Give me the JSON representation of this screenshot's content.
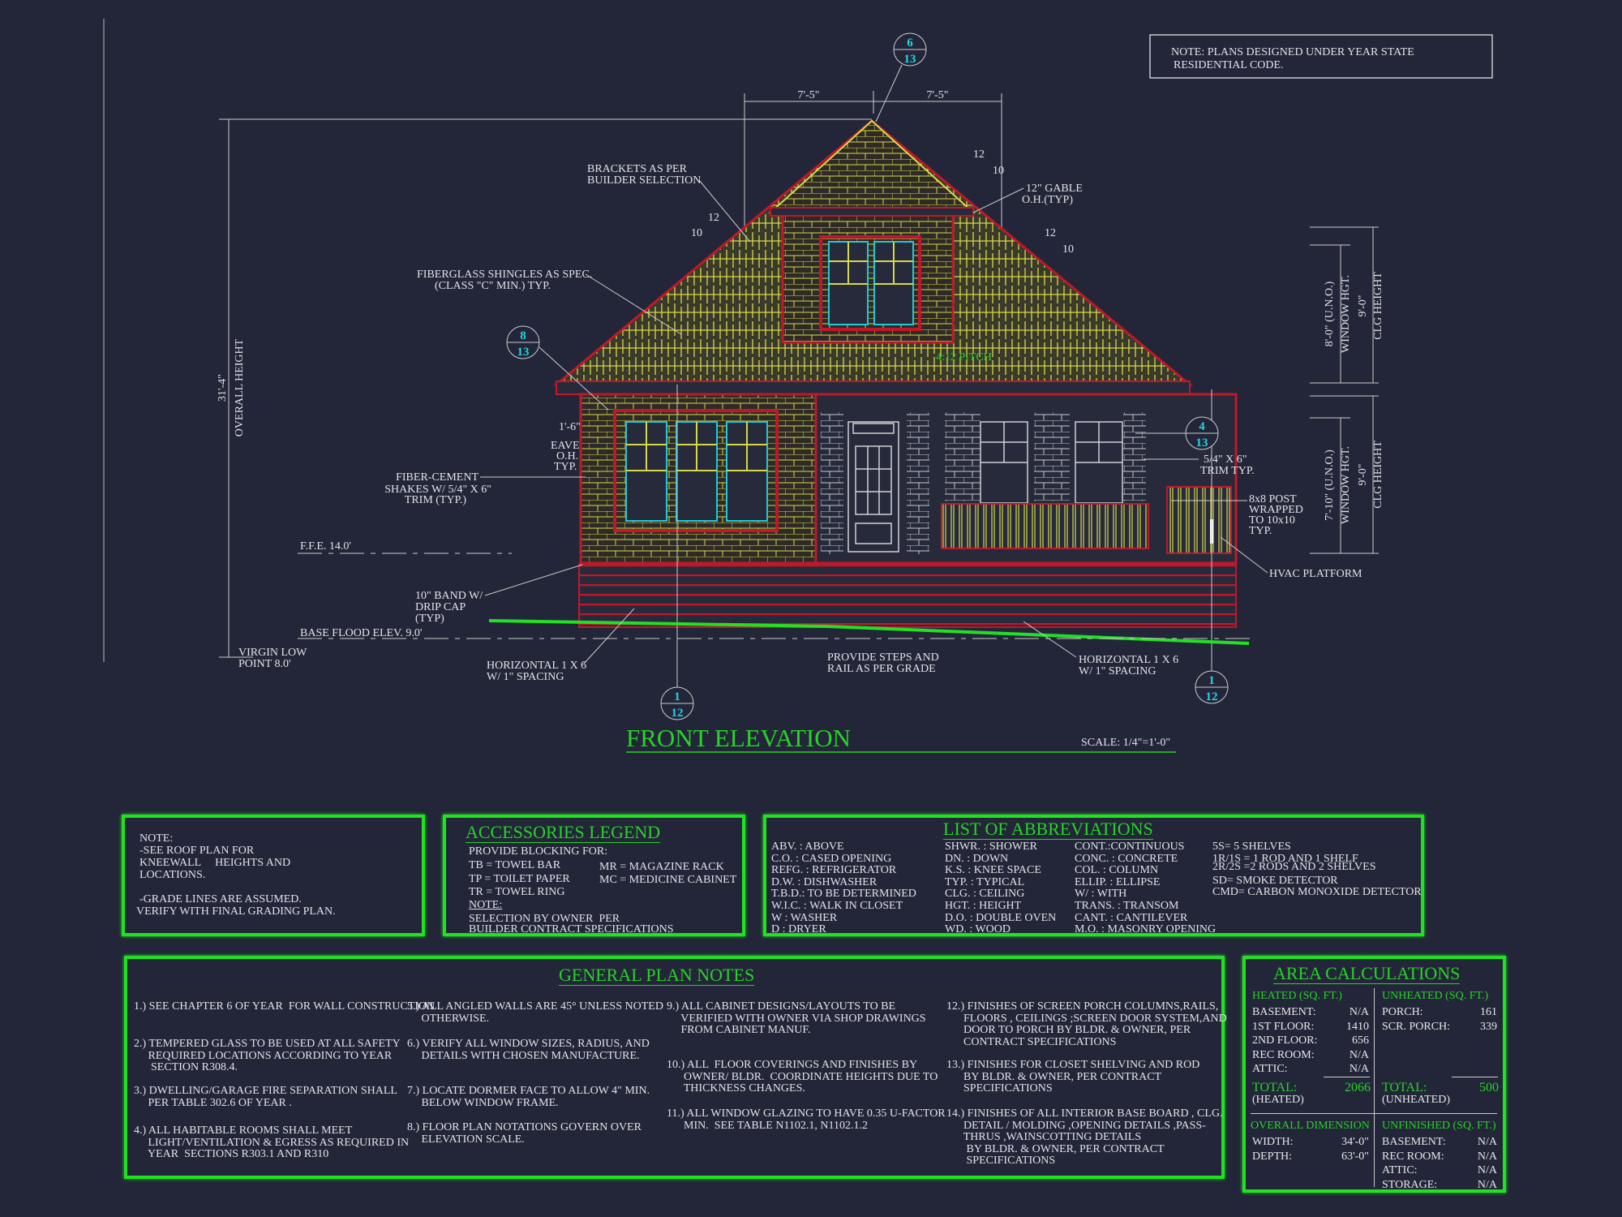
{
  "colors": {
    "background": "#222638",
    "panel_border": "#22e022",
    "title_green": "#27d327",
    "bubble_text": "#20d6e6",
    "trim_red": "#c0182a",
    "shingle_yellow": "#d8d84a",
    "glass_cyan": "#20c8d8",
    "grade_green": "#22e022"
  },
  "top_note": [
    "NOTE: PLANS DESIGNED UNDER YEAR STATE",
    "RESIDENTIAL CODE."
  ],
  "drawing": {
    "title": "FRONT ELEVATION",
    "scale": "SCALE: 1/4\"=1'-0\"",
    "overall_height_value": "31'-4\"",
    "overall_height_label": "OVERALL HEIGHT",
    "ridge_dims": [
      "7'-5\"",
      "7'-5\""
    ],
    "pitch": "4:12 PITCH",
    "slope": {
      "run": "12",
      "rise": "10"
    },
    "labels": {
      "brackets": [
        "BRACKETS AS PER",
        "BUILDER SELECTION"
      ],
      "gable": [
        "12\" GABLE",
        "O.H.(TYP)"
      ],
      "shingles": [
        "FIBERGLASS SHINGLES AS SPEC.",
        "(CLASS \"C\" MIN.) TYP."
      ],
      "eave_dim": "1'-6\"",
      "eave": [
        "EAVE",
        "O.H.",
        "TYP."
      ],
      "fiber_cement": [
        "FIBER-CEMENT",
        "SHAKES W/ 5/4\" X 6\"",
        "TRIM (TYP.)"
      ],
      "ffe": "F.F.E. 14.0'",
      "band": [
        "10\" BAND W/",
        "DRIP CAP",
        "(TYP)"
      ],
      "base_flood": "BASE FLOOD ELEV. 9.0'",
      "virgin": [
        "VIRGIN LOW",
        "POINT 8.0'"
      ],
      "horizontal_left": [
        "HORIZONTAL 1 X 6",
        "W/ 1\" SPACING"
      ],
      "steps": [
        "PROVIDE STEPS AND",
        "RAIL AS PER GRADE"
      ],
      "horizontal_right": [
        "HORIZONTAL 1 X 6",
        "W/ 1\" SPACING"
      ],
      "trim": [
        "5/4\" X 6\"",
        "TRIM TYP."
      ],
      "post": [
        "8x8 POST",
        "WRAPPED",
        "TO 10x10",
        "TYP."
      ],
      "hvac": "HVAC PLATFORM"
    },
    "bubbles": [
      {
        "top": "6",
        "bottom": "13"
      },
      {
        "top": "8",
        "bottom": "13"
      },
      {
        "top": "4",
        "bottom": "13"
      },
      {
        "top": "1",
        "bottom": "12"
      },
      {
        "top": "1",
        "bottom": "12"
      }
    ],
    "right_dims": {
      "upper": [
        "8'-0\" (U.N.O.)",
        "WINDOW HGT.",
        "9'-0\"",
        "CLG HEIGHT"
      ],
      "lower": [
        "7'-10\" (U.N.O.)",
        "WINDOW HGT.",
        "9'-0\"",
        "CLG HEIGHT"
      ]
    }
  },
  "note_panel": [
    "NOTE:",
    "-SEE ROOF PLAN FOR",
    "KNEEWALL     HEIGHTS AND",
    "LOCATIONS.",
    "",
    "-GRADE LINES ARE ASSUMED.",
    "VERIFY WITH FINAL GRADING PLAN."
  ],
  "accessories": {
    "title": "ACCESSORIES LEGEND",
    "intro": "PROVIDE BLOCKING FOR:",
    "left": [
      "TB = TOWEL BAR",
      "TP = TOILET PAPER",
      "TR = TOWEL RING"
    ],
    "right": [
      "MR = MAGAZINE RACK",
      "MC = MEDICINE CABINET"
    ],
    "note_label": "NOTE:",
    "note": [
      "SELECTION BY OWNER  PER",
      "BUILDER CONTRACT SPECIFICATIONS"
    ]
  },
  "abbreviations": {
    "title": "LIST OF ABBREVIATIONS",
    "columns": [
      [
        "ABV. : ABOVE",
        "C.O. : CASED OPENING",
        "REFG. : REFRIGERATOR",
        "D.W. : DISHWASHER",
        "T.B.D.: TO BE DETERMINED",
        "W.I.C. : WALK IN CLOSET",
        "W : WASHER",
        "D : DRYER"
      ],
      [
        "SHWR. : SHOWER",
        "DN. : DOWN",
        "K.S. : KNEE SPACE",
        "TYP. : TYPICAL",
        "CLG. : CEILING",
        "HGT. : HEIGHT",
        "D.O. : DOUBLE OVEN",
        "WD. : WOOD"
      ],
      [
        "CONT.:CONTINUOUS",
        "CONC. : CONCRETE",
        "COL. : COLUMN",
        "ELLIP. : ELLIPSE",
        "W/ : WITH",
        "TRANS. : TRANSOM",
        "CANT. : CANTILEVER",
        "M.O. : MASONRY OPENING"
      ],
      [
        "5S= 5 SHELVES",
        "1R/1S = 1 ROD AND 1 SHELF",
        "2R/2S =2 RODS AND 2 SHELVES",
        "SD= SMOKE DETECTOR",
        "CMD= CARBON MONOXIDE DETECTOR"
      ]
    ]
  },
  "general_notes": {
    "title": "GENERAL PLAN NOTES",
    "items": [
      [
        "1.) SEE CHAPTER 6 OF YEAR  FOR WALL CONSTRUCTION"
      ],
      [
        "2.) TEMPERED GLASS TO BE USED AT ALL SAFETY",
        "     REQUIRED LOCATIONS ACCORDING TO YEAR",
        "      SECTION R308.4."
      ],
      [
        "3.) DWELLING/GARAGE FIRE SEPARATION SHALL",
        "     PER TABLE 302.6 OF YEAR ."
      ],
      [
        "4.) ALL HABITABLE ROOMS SHALL MEET",
        "     LIGHT/VENTILATION & EGRESS AS REQUIRED IN",
        "     YEAR  SECTIONS R303.1 AND R310"
      ],
      [
        "5.) ALL ANGLED WALLS ARE 45° UNLESS NOTED",
        "     OTHERWISE."
      ],
      [
        "6.) VERIFY ALL WINDOW SIZES, RADIUS, AND",
        "     DETAILS WITH CHOSEN MANUFACTURE."
      ],
      [
        "7.) LOCATE DORMER FACE TO ALLOW 4\" MIN.",
        "     BELOW WINDOW FRAME."
      ],
      [
        "8.) FLOOR PLAN NOTATIONS GOVERN OVER",
        "     ELEVATION SCALE."
      ],
      [
        "9.) ALL CABINET DESIGNS/LAYOUTS TO BE",
        "     VERIFIED WITH OWNER VIA SHOP DRAWINGS",
        "     FROM CABINET MANUF."
      ],
      [
        "10.) ALL  FLOOR COVERINGS AND FINISHES BY",
        "      OWNER/ BLDR.  COORDINATE HEIGHTS DUE TO",
        "      THICKNESS CHANGES."
      ],
      [
        "11.) ALL WINDOW GLAZING TO HAVE 0.35 U-FACTOR",
        "      MIN.  SEE TABLE N1102.1, N1102.1.2"
      ],
      [
        "12.) FINISHES OF SCREEN PORCH COLUMNS,RAILS,",
        "      FLOORS , CEILINGS ;SCREEN DOOR SYSTEM,AND",
        "      DOOR TO PORCH BY BLDR. & OWNER, PER",
        "      CONTRACT SPECIFICATIONS"
      ],
      [
        "13.) FINISHES FOR CLOSET SHELVING AND ROD",
        "      BY BLDR. & OWNER, PER CONTRACT",
        "      SPECIFICATIONS"
      ],
      [
        "14.) FINISHES OF ALL INTERIOR BASE BOARD , CLG.",
        "      DETAIL / MOLDING ,OPENING DETAILS ,PASS-",
        "      THRUS ,WAINSCOTTING DETAILS",
        "       BY BLDR. & OWNER, PER CONTRACT",
        "       SPECIFICATIONS"
      ]
    ]
  },
  "area": {
    "title": "AREA CALCULATIONS",
    "heated_title": "HEATED (SQ. FT.)",
    "heated": [
      {
        "label": "BASEMENT:",
        "value": "N/A"
      },
      {
        "label": "1ST FLOOR:",
        "value": "1410"
      },
      {
        "label": "2ND FLOOR:",
        "value": "656"
      },
      {
        "label": "REC ROOM:",
        "value": "N/A"
      },
      {
        "label": "ATTIC:",
        "value": "N/A"
      }
    ],
    "heated_total_label": "TOTAL:",
    "heated_total": "2066",
    "heated_sub": "(HEATED)",
    "unheated_title": "UNHEATED (SQ. FT.)",
    "unheated": [
      {
        "label": "PORCH:",
        "value": "161"
      },
      {
        "label": "SCR. PORCH:",
        "value": "339"
      }
    ],
    "unheated_total_label": "TOTAL:",
    "unheated_total": "500",
    "unheated_sub": "(UNHEATED)",
    "dimension_title": "OVERALL DIMENSION",
    "dimension": [
      {
        "label": "WIDTH:",
        "value": "34'-0\""
      },
      {
        "label": "DEPTH:",
        "value": "63'-0\""
      }
    ],
    "unfinished_title": "UNFINISHED (SQ. FT.)",
    "unfinished": [
      {
        "label": "BASEMENT:",
        "value": "N/A"
      },
      {
        "label": "REC ROOM:",
        "value": "N/A"
      },
      {
        "label": "ATTIC:",
        "value": "N/A"
      },
      {
        "label": "STORAGE:",
        "value": "N/A"
      }
    ]
  }
}
